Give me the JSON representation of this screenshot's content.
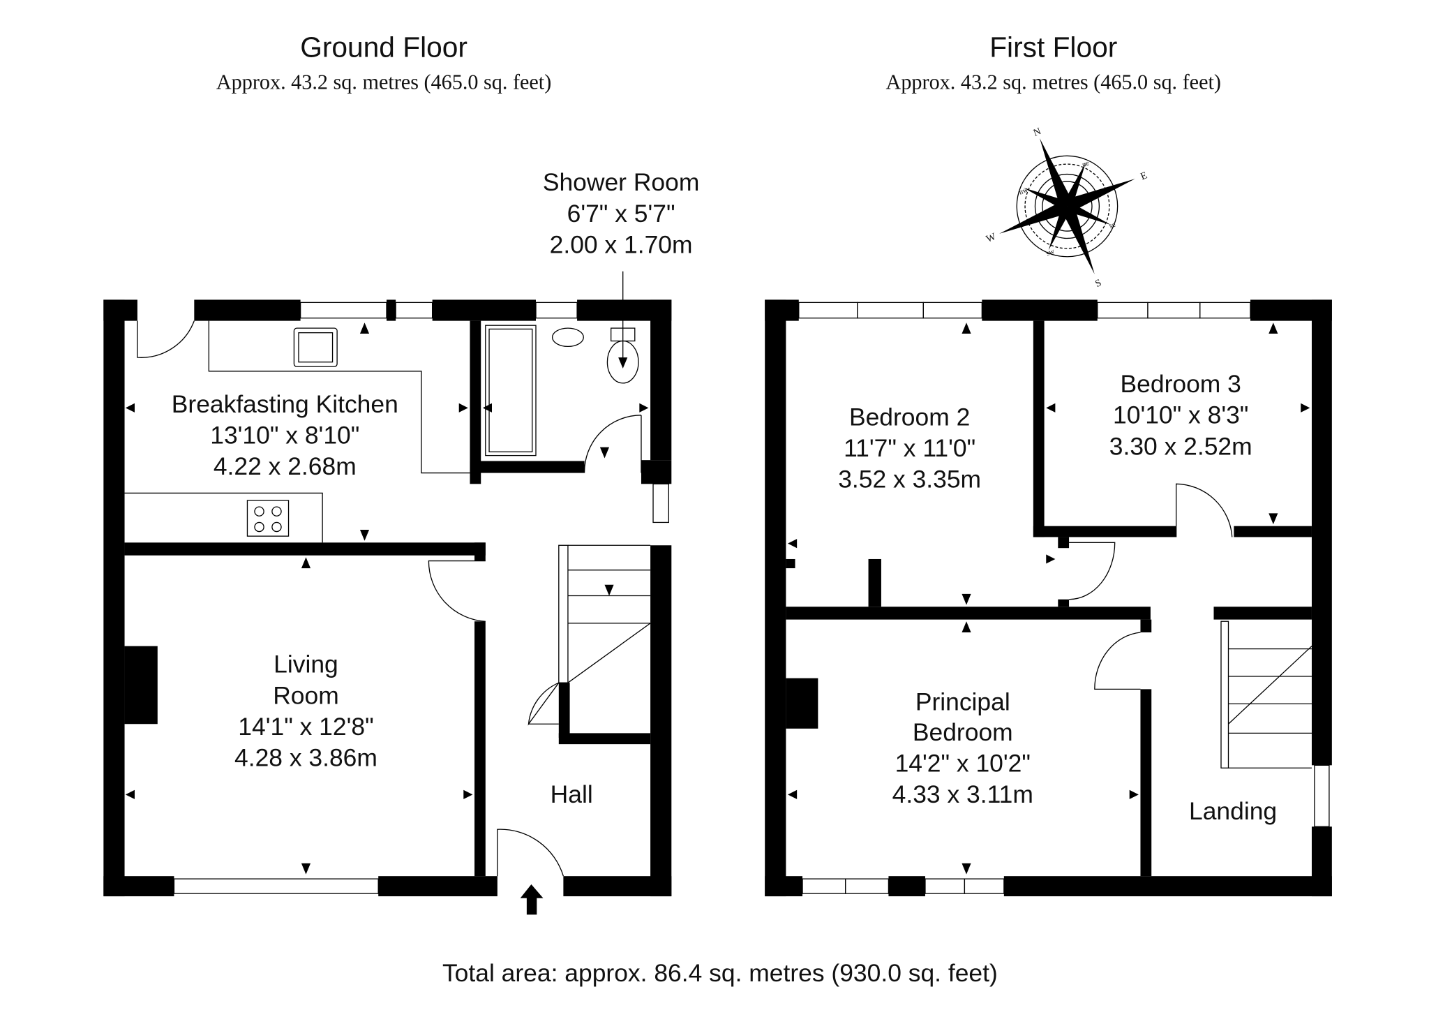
{
  "ground_floor": {
    "title": "Ground Floor",
    "area": "Approx. 43.2 sq. metres (465.0 sq. feet)",
    "rooms": [
      {
        "name": "Breakfasting Kitchen",
        "imperial": "13'10\" x 8'10\"",
        "metric": "4.22 x 2.68m"
      },
      {
        "name_line1": "Living",
        "name_line2": "Room",
        "imperial": "14'1\" x 12'8\"",
        "metric": "4.28 x 3.86m"
      },
      {
        "name": "Shower Room",
        "imperial": "6'7\" x 5'7\"",
        "metric": "2.00 x 1.70m"
      },
      {
        "name": "Hall"
      }
    ]
  },
  "first_floor": {
    "title": "First Floor",
    "area": "Approx. 43.2 sq. metres (465.0 sq. feet)",
    "rooms": [
      {
        "name": "Bedroom 2",
        "imperial": "11'7\" x 11'0\"",
        "metric": "3.52 x 3.35m"
      },
      {
        "name": "Bedroom 3",
        "imperial": "10'10\" x 8'3\"",
        "metric": "3.30 x 2.52m"
      },
      {
        "name_line1": "Principal",
        "name_line2": "Bedroom",
        "imperial": "14'2\" x 10'2\"",
        "metric": "4.33 x 3.11m"
      },
      {
        "name": "Landing"
      }
    ]
  },
  "compass": {
    "labels": [
      "N",
      "E",
      "S",
      "W",
      "ne",
      "se",
      "sw",
      "nw"
    ]
  },
  "total_area": "Total area: approx. 86.4 sq. metres (930.0 sq. feet)"
}
